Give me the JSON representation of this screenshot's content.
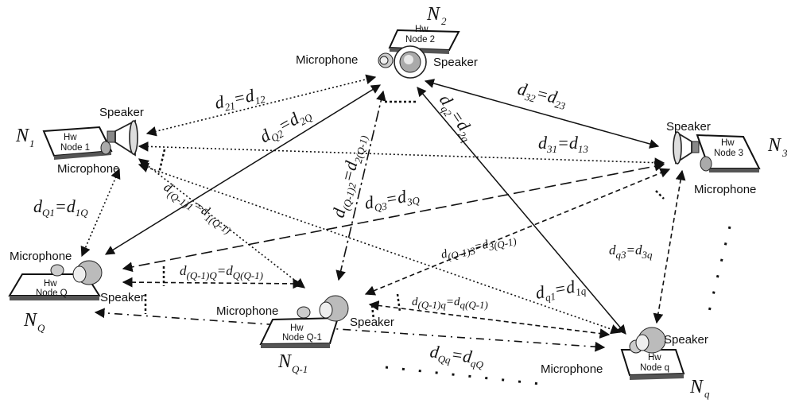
{
  "nodes": {
    "n1": {
      "letter": "N",
      "sub": "1",
      "hw": "Hw",
      "node_label": "Node 1",
      "speaker": "Speaker",
      "microphone": "Microphone"
    },
    "n2": {
      "letter": "N",
      "sub": "2",
      "hw": "Hw",
      "node_label": "Node 2",
      "speaker": "Speaker",
      "microphone": "Microphone"
    },
    "n3": {
      "letter": "N",
      "sub": "3",
      "hw": "Hw",
      "node_label": "Node 3",
      "speaker": "Speaker",
      "microphone": "Microphone"
    },
    "nQ": {
      "letter": "N",
      "sub": "Q",
      "hw": "Hw",
      "node_label": "Node Q",
      "speaker": "Speaker",
      "microphone": "Microphone"
    },
    "nQ1": {
      "letter": "N",
      "sub": "Q-1",
      "hw": "Hw",
      "node_label": "Node Q-1",
      "speaker": "Speaker",
      "microphone": "Microphone"
    },
    "nq": {
      "letter": "N",
      "sub": "q",
      "hw": "Hw",
      "node_label": "Node q",
      "speaker": "Speaker",
      "microphone": "Microphone"
    }
  },
  "distances": {
    "d21": {
      "a": "d",
      "as": "21",
      "eq": "=",
      "b": "d",
      "bs": "12"
    },
    "dQ2": {
      "a": "d",
      "as": "Q2",
      "eq": "=",
      "b": "d",
      "bs": "2Q"
    },
    "dQ1": {
      "a": "d",
      "as": "Q1",
      "eq": "=",
      "b": "d",
      "bs": "1Q"
    },
    "dQm1_1": {
      "a": "d",
      "as": "(Q-1)1",
      "eq": "=",
      "b": "d",
      "bs": "1(Q-1)"
    },
    "dQm1_2": {
      "a": "d",
      "as": "(Q-1)2",
      "eq": "=",
      "b": "d",
      "bs": "2(Q-1)"
    },
    "dq2": {
      "a": "d",
      "as": "q2",
      "eq": "=",
      "b": "d",
      "bs": "2q"
    },
    "d32": {
      "a": "d",
      "as": "32",
      "eq": "=",
      "b": "d",
      "bs": "23"
    },
    "d31": {
      "a": "d",
      "as": "31",
      "eq": "=",
      "b": "d",
      "bs": "13"
    },
    "dQ3": {
      "a": "d",
      "as": "Q3",
      "eq": "=",
      "b": "d",
      "bs": "3Q"
    },
    "dQm1_3": {
      "a": "d",
      "as": "(Q-1)3",
      "eq": "=",
      "b": "d",
      "bs": "3(Q-1)"
    },
    "dQm1_Q": {
      "a": "d",
      "as": "(Q-1)Q",
      "eq": "=",
      "b": "d",
      "bs": "Q(Q-1)"
    },
    "dq3": {
      "a": "d",
      "as": "q3",
      "eq": "=",
      "b": "d",
      "bs": "3q"
    },
    "dq1": {
      "a": "d",
      "as": "q1",
      "eq": "=",
      "b": "d",
      "bs": "1q"
    },
    "dQm1_q": {
      "a": "d",
      "as": "(Q-1)q",
      "eq": "=",
      "b": "d",
      "bs": "q(Q-1)"
    },
    "dQq": {
      "a": "d",
      "as": "Qq",
      "eq": "=",
      "b": "d",
      "bs": "qQ"
    }
  }
}
